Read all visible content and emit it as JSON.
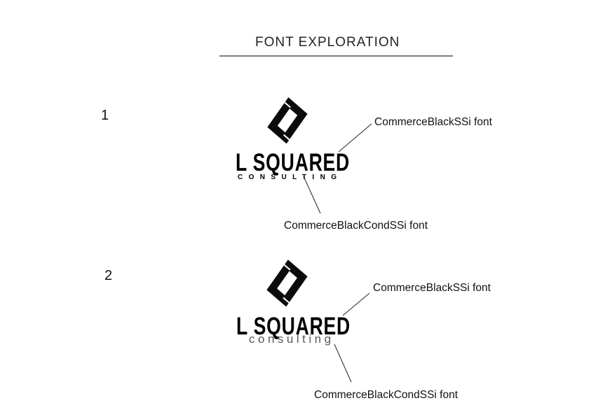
{
  "page": {
    "title": "FONT EXPLORATION"
  },
  "colors": {
    "background": "#ffffff",
    "logo_black": "#000000",
    "tagline_gray": "#595959",
    "underline_gray": "#7d7d7d",
    "text": "#111111"
  },
  "icons": {
    "logo_mark": "l-squared-mark-icon"
  },
  "variants": [
    {
      "number": "1",
      "logo": {
        "name": "L SQUARED",
        "tagline": "CONSULTING"
      },
      "annotations": [
        {
          "label": "CommerceBlackSSi font"
        },
        {
          "label": "CommerceBlackCondSSi font"
        }
      ]
    },
    {
      "number": "2",
      "logo": {
        "name": "L SQUARED",
        "tagline": "consulting"
      },
      "annotations": [
        {
          "label": "CommerceBlackSSi font"
        },
        {
          "label": "CommerceBlackCondSSi font"
        }
      ]
    }
  ]
}
